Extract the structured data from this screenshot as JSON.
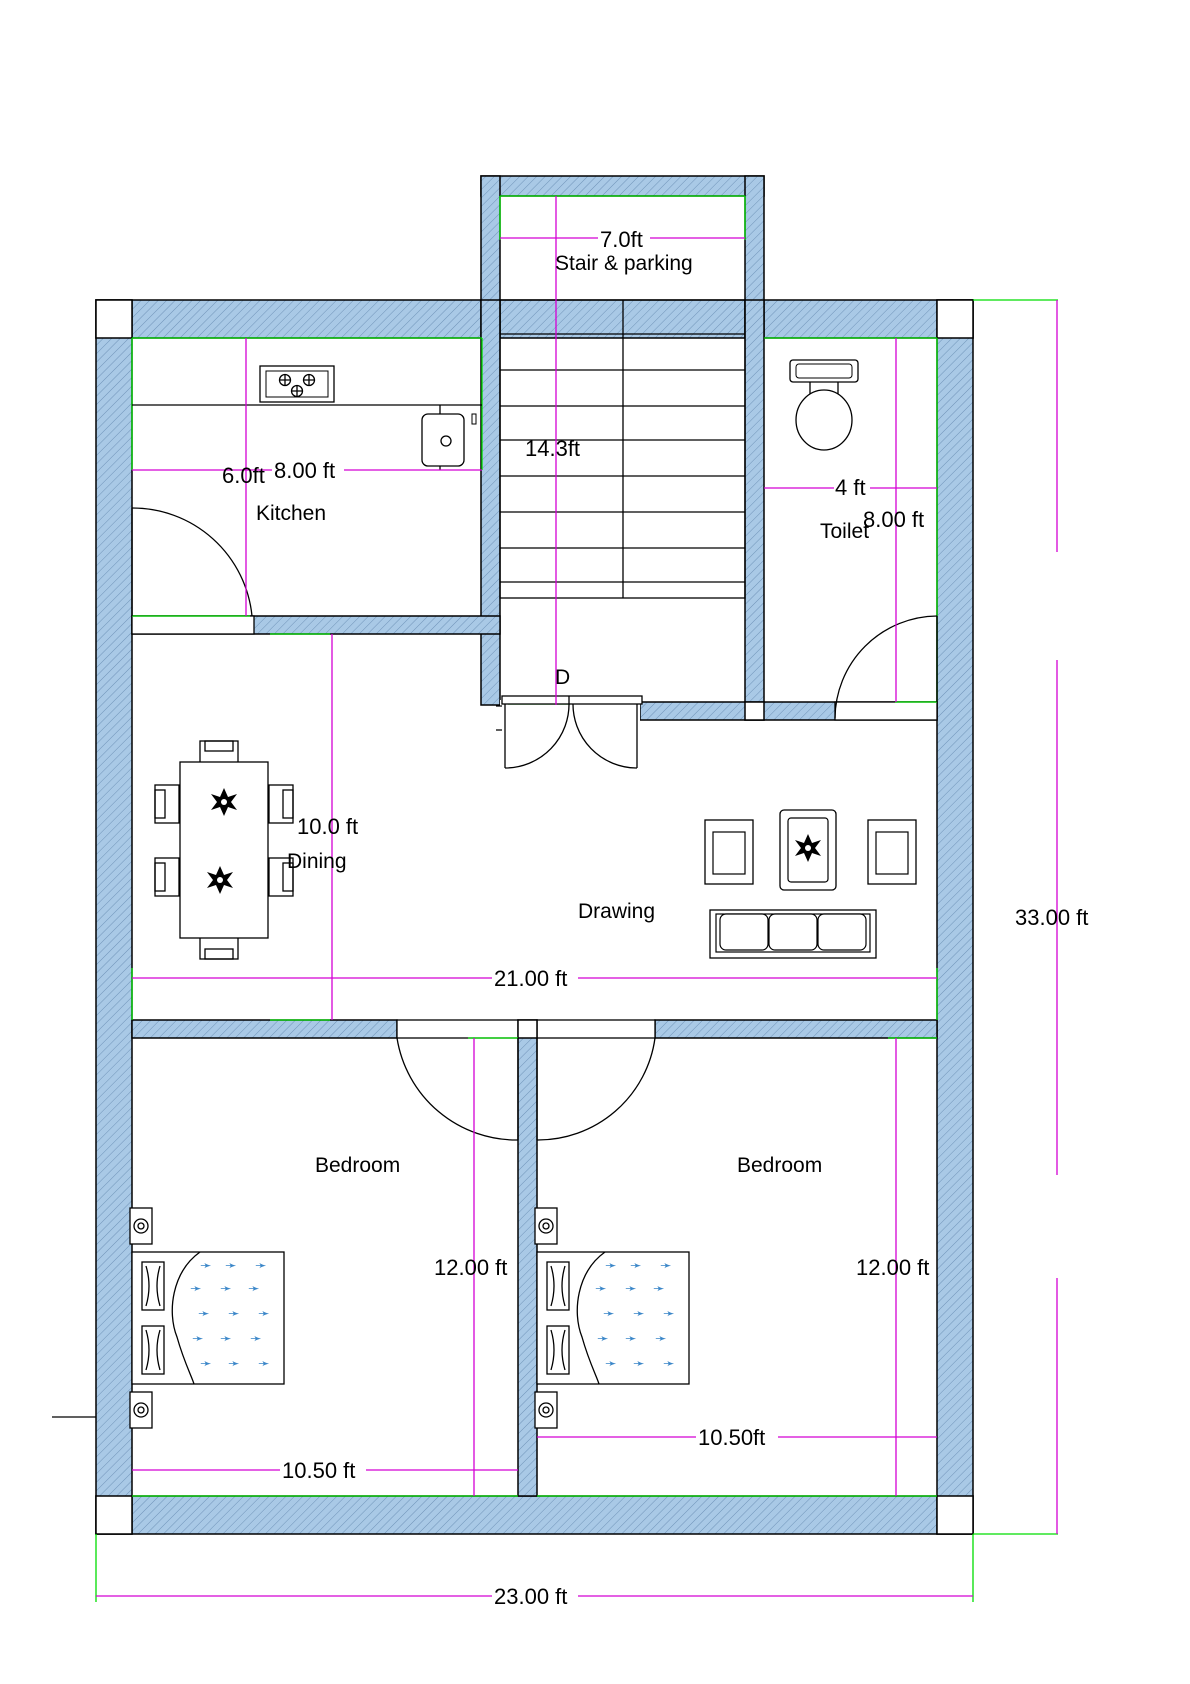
{
  "rooms": {
    "stair": "Stair & parking",
    "kitchen": "Kitchen",
    "toilet": "Toilet",
    "dining": "Dining",
    "drawing": "Drawing",
    "bedroom_left": "Bedroom",
    "bedroom_right": "Bedroom",
    "door_mark": "D"
  },
  "dimensions": {
    "stair_width": "7.0ft",
    "stair_length": "14.3ft",
    "kitchen_width": "8.00 ft",
    "kitchen_depth": "6.0ft",
    "toilet_width": "4 ft",
    "toilet_length": "8.00 ft",
    "dining_length": "10.0 ft",
    "hall_width": "21.00 ft",
    "bedroom_left_length": "12.00 ft",
    "bedroom_right_length": "12.00 ft",
    "bedroom_left_width": "10.50 ft",
    "bedroom_right_width": "10.50ft",
    "overall_depth": "33.00 ft",
    "overall_width": "23.00 ft"
  },
  "colors": {
    "wall_fill": "#a9c9e6",
    "dimension_line": "#d400d4",
    "guide_line": "#00dd00"
  }
}
